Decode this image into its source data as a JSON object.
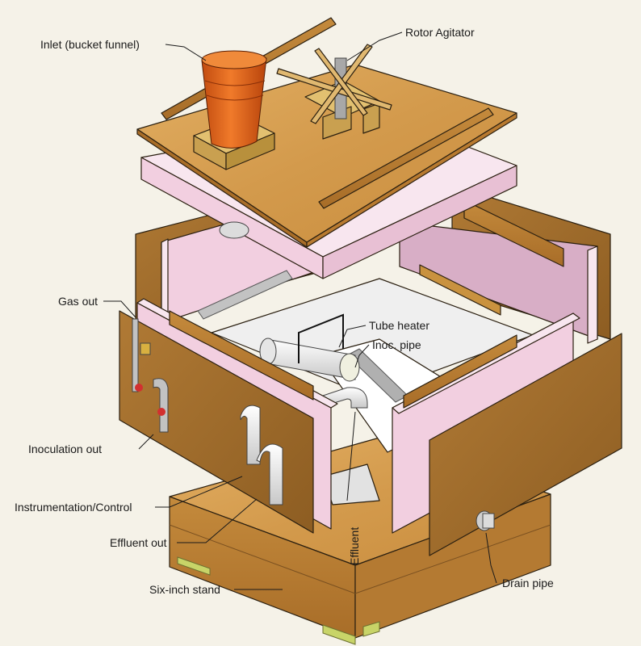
{
  "labels": {
    "inlet": "Inlet (bucket funnel)",
    "rotor": "Rotor Agitator",
    "gas_out": "Gas out",
    "tube_heater": "Tube heater",
    "inoc_pipe": "Inoc. pipe",
    "inoculation_out": "Inoculation out",
    "instrumentation": "Instrumentation/Control",
    "effluent_out": "Effluent out",
    "effluent": "Effluent",
    "six_inch_stand": "Six-inch stand",
    "drain_pipe": "Drain pipe"
  },
  "colors": {
    "background": "#f5f2e8",
    "wood_light": "#d9a45a",
    "wood_mid": "#c48a3c",
    "wood_dark": "#a86d28",
    "plywood_dark": "#9c6a2c",
    "foam_pink": "#f2cfe0",
    "foam_edge": "#f8e6ef",
    "bucket_orange": "#e0651a",
    "pvc_white": "#ececec",
    "pipe_grey": "#b8b8b8",
    "valve_red": "#d23030",
    "valve_brass": "#d8b040"
  }
}
